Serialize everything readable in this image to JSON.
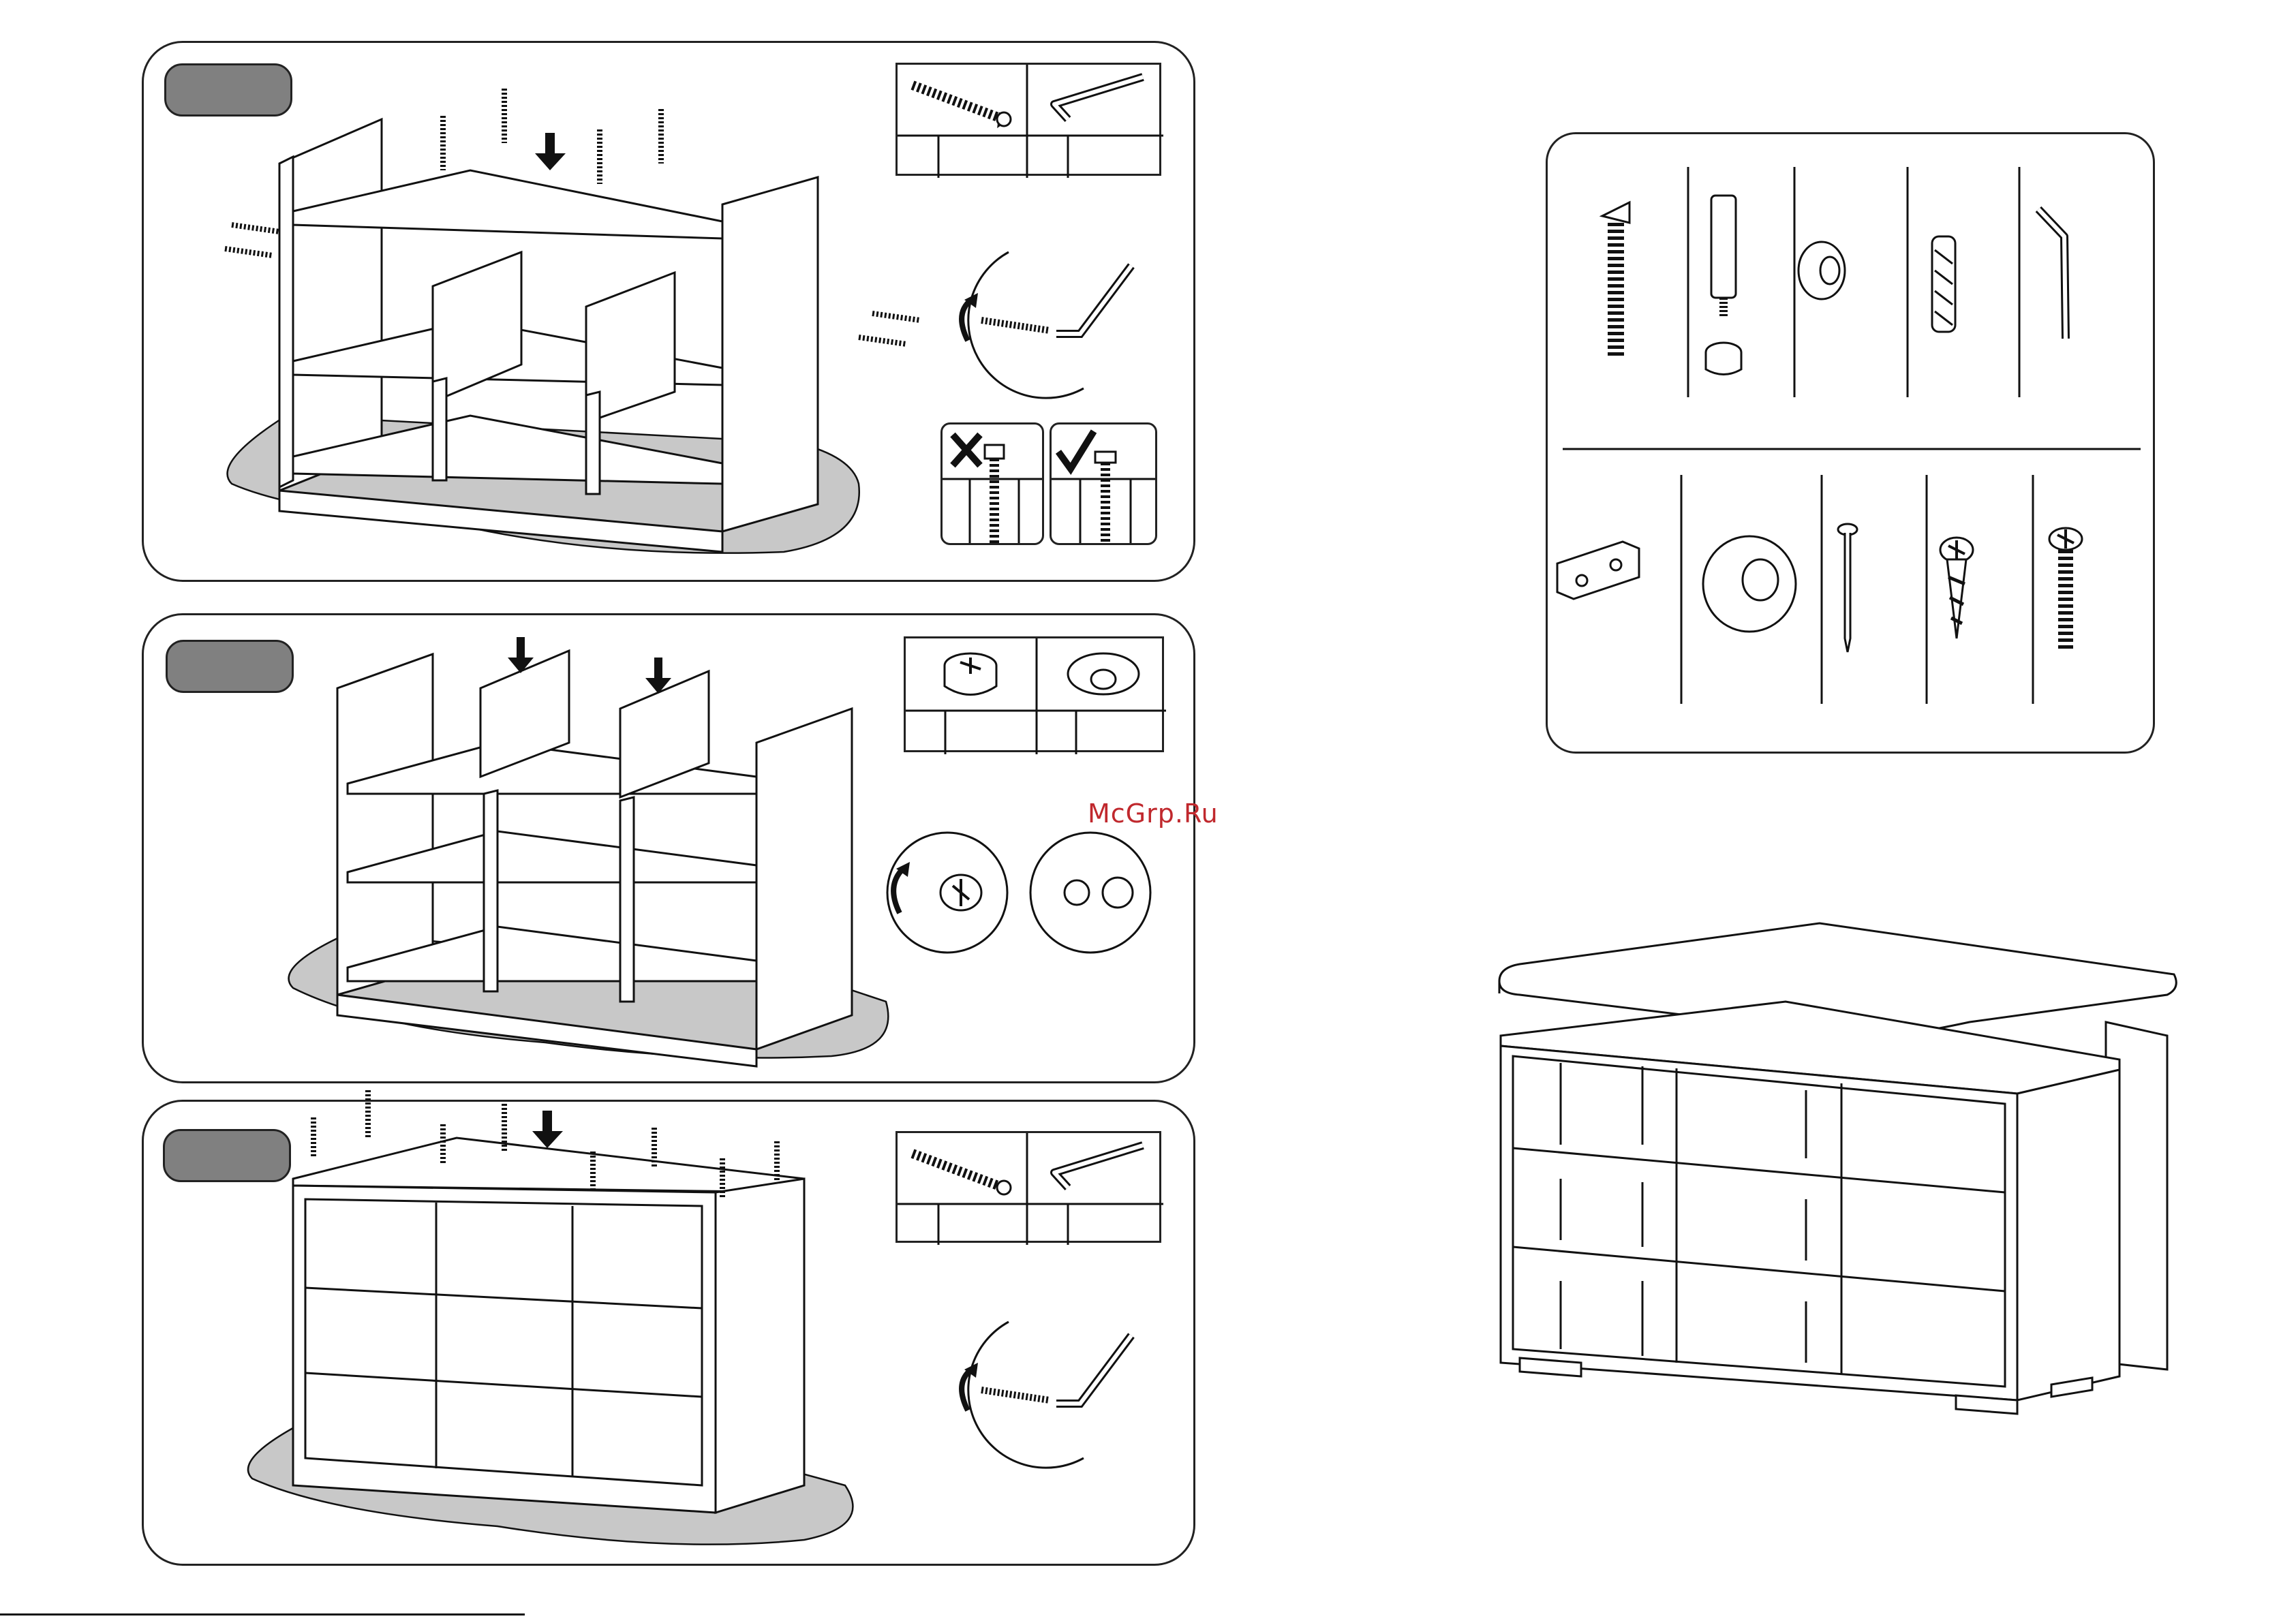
{
  "watermark": {
    "text": "McGrp.Ru",
    "color": "#c0282d"
  },
  "colors": {
    "line": "#111111",
    "step_tab": "#808080",
    "floor_shadow": "#c8c8c8",
    "background": "#ffffff"
  },
  "steps": [
    {
      "name": "step-1",
      "tab_label": "",
      "hardware": [
        "confirmat-screw-icon",
        "hex-key-icon"
      ],
      "qty": [
        "",
        ""
      ]
    },
    {
      "name": "step-2",
      "tab_label": "",
      "hardware": [
        "cam-lock-icon",
        "cam-cover-cap-icon"
      ],
      "qty": [
        "",
        ""
      ]
    },
    {
      "name": "step-3",
      "tab_label": "",
      "hardware": [
        "confirmat-screw-icon",
        "hex-key-icon"
      ],
      "qty": [
        "",
        ""
      ]
    }
  ],
  "parts_list": {
    "row1": [
      "confirmat-screw-icon",
      "cam-bolt-and-cam-lock-icon",
      "cap-icon",
      "wooden-dowel-icon",
      "hex-key-icon"
    ],
    "row2": [
      "plastic-foot-pad-icon",
      "round-glide-icon",
      "nail-icon",
      "short-wood-screw-icon",
      "long-wood-screw-icon"
    ],
    "labels": [
      "",
      "",
      "",
      "",
      "",
      "",
      "",
      "",
      "",
      ""
    ]
  }
}
